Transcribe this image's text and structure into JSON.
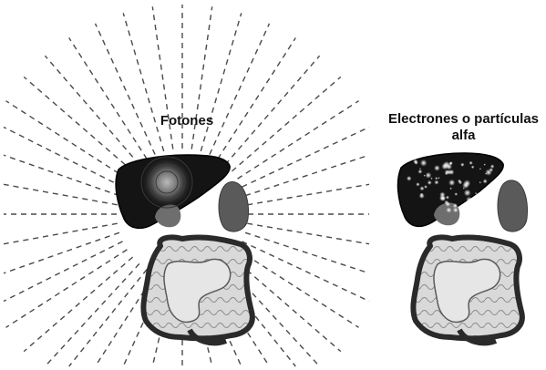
{
  "labels": {
    "photons": "Fotones",
    "electrons_line1": "Electrones o partículas",
    "electrons_line2": "alfa"
  },
  "colors": {
    "liver": "#111111",
    "kidney": "#555555",
    "intestine_outline": "#2a2a2a",
    "intestine_fill": "#cfcfcf",
    "rays": "#444444",
    "background": "#ffffff"
  }
}
